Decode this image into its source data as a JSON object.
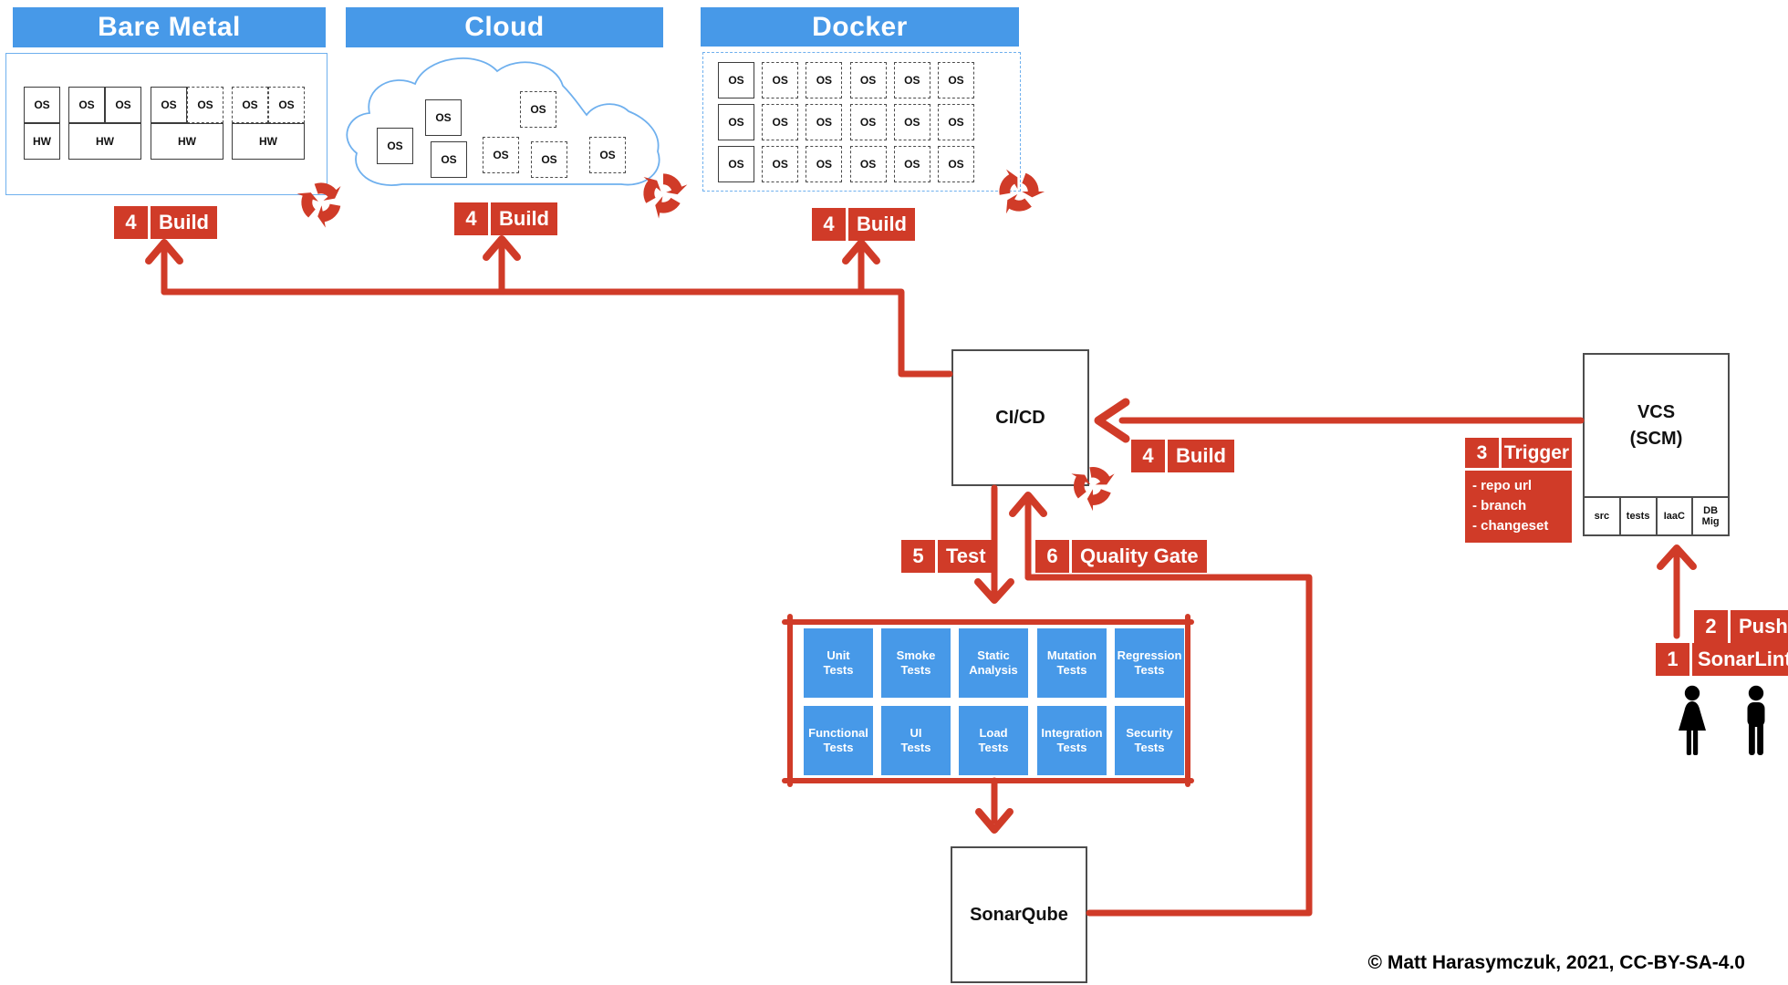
{
  "page": {
    "copyright": "© Matt Harasymczuk, 2021, CC-BY-SA-4.0"
  },
  "colors": {
    "red": "#d03b28",
    "blue": "#4799e8",
    "container_blue": "#6fb0ee"
  },
  "environments": {
    "bare_metal": {
      "title": "Bare Metal",
      "os_label": "OS",
      "hw_label": "HW",
      "machines": [
        {
          "os": [
            "solid"
          ],
          "hw": "solid"
        },
        {
          "os": [
            "solid",
            "solid"
          ],
          "hw": "solid"
        },
        {
          "os": [
            "solid",
            "dashed"
          ],
          "hw": "solid"
        },
        {
          "os": [
            "dashed",
            "dashed"
          ],
          "hw": "solid"
        }
      ]
    },
    "cloud": {
      "title": "Cloud",
      "os_label": "OS",
      "nodes": [
        "solid",
        "solid",
        "solid",
        "dashed",
        "dashed",
        "dashed",
        "dashed"
      ]
    },
    "docker": {
      "title": "Docker",
      "os_label": "OS",
      "rows": 3,
      "cols": 6,
      "solid_cols": 1
    }
  },
  "nodes": {
    "cicd": {
      "label": "CI/CD"
    },
    "vcs": {
      "title": "VCS",
      "subtitle": "(SCM)",
      "cells": [
        "src",
        "tests",
        "IaaC",
        "DB Mig"
      ]
    },
    "sonarqube": {
      "label": "SonarQube"
    }
  },
  "steps": {
    "build_bare_metal": {
      "num": "4",
      "label": "Build"
    },
    "build_cloud": {
      "num": "4",
      "label": "Build"
    },
    "build_docker": {
      "num": "4",
      "label": "Build"
    },
    "build_cicd": {
      "num": "4",
      "label": "Build"
    },
    "trigger": {
      "num": "3",
      "label": "Trigger",
      "details": [
        "- repo url",
        "- branch",
        "- changeset"
      ]
    },
    "test": {
      "num": "5",
      "label": "Test"
    },
    "quality_gate": {
      "num": "6",
      "label": "Quality Gate"
    },
    "push": {
      "num": "2",
      "label": "Push"
    },
    "sonarlint": {
      "num": "1",
      "label": "SonarLint"
    }
  },
  "tests": {
    "rows": [
      [
        "Unit Tests",
        "Smoke Tests",
        "Static Analysis",
        "Mutation Tests",
        "Regression Tests"
      ],
      [
        "Functional Tests",
        "UI Tests",
        "Load Tests",
        "Integration Tests",
        "Security Tests"
      ]
    ]
  },
  "icons": {
    "recycle": "recycle-arrows",
    "woman": "woman-silhouette",
    "man": "man-silhouette"
  }
}
